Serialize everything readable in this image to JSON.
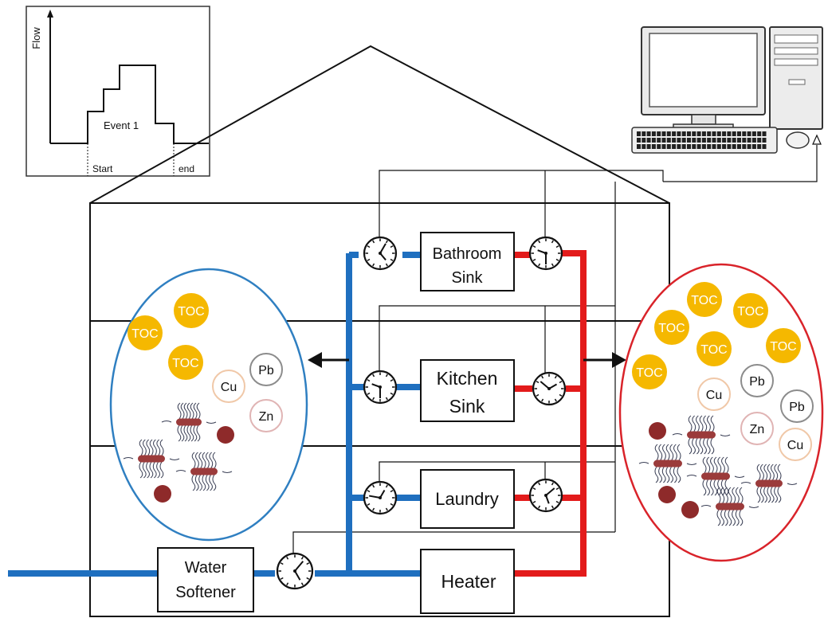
{
  "flow_graph": {
    "ylabel": "Flow",
    "event_label": "Event 1",
    "start_label": "Start",
    "end_label": "end"
  },
  "fixtures": {
    "bathroom": [
      "Bathroom",
      "Sink"
    ],
    "kitchen": [
      "Kitchen",
      "Sink"
    ],
    "laundry": "Laundry",
    "heater": "Heater",
    "softener": [
      "Water",
      "Softener"
    ]
  },
  "cold_water_sample": {
    "toc_label": "TOC",
    "metals": [
      "Cu",
      "Pb",
      "Zn"
    ]
  },
  "hot_water_sample": {
    "toc_label": "TOC",
    "metals": [
      "Cu",
      "Pb",
      "Pb",
      "Zn",
      "Cu"
    ]
  },
  "colors": {
    "cold_pipe": "#1f6fbf",
    "hot_pipe": "#e31b1b",
    "toc": "#f5b800",
    "cold_ellipse": "#2f7fc1",
    "hot_ellipse": "#d9232a",
    "cu_ring": "#f0c8a8",
    "pb_ring": "#8c8c8c",
    "zn_ring": "#e0b4b4",
    "bacteria": "#9b3b3b",
    "particle": "#8e2a2a"
  }
}
